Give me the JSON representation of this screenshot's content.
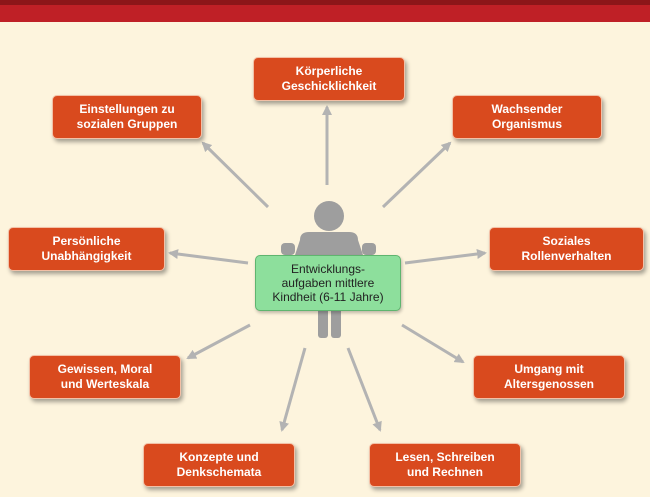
{
  "center": {
    "label": "Entwicklungs-\naufgaben mittlere\nKindheit (6-11 Jahre)"
  },
  "tasks": [
    {
      "label": "Körperliche\nGeschicklichkeit"
    },
    {
      "label": "Einstellungen zu\nsozialen Gruppen"
    },
    {
      "label": "Wachsender\nOrganismus"
    },
    {
      "label": "Persönliche\nUnabhängigkeit"
    },
    {
      "label": "Soziales\nRollenverhalten"
    },
    {
      "label": "Gewissen, Moral\nund Werteskala"
    },
    {
      "label": "Umgang mit\nAltersgenossen"
    },
    {
      "label": "Konzepte und\nDenkschemata"
    },
    {
      "label": "Lesen, Schreiben\nund Rechnen"
    }
  ],
  "colors": {
    "box": "#d94a1e",
    "center": "#8ddf9c",
    "arrow": "#b3b3b3",
    "person": "#9e9e9e",
    "background": "#fdf4dd",
    "header": "#bf2026"
  }
}
